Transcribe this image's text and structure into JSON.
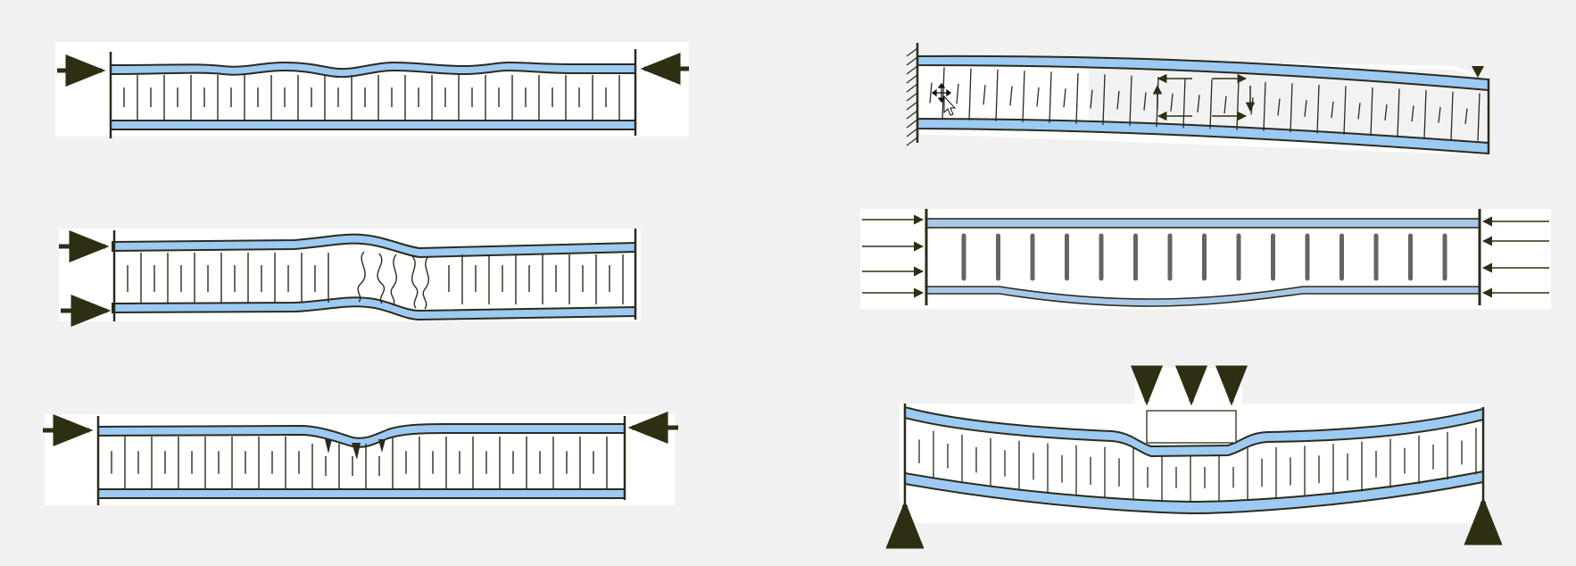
{
  "colors": {
    "background": "#f1f1f1",
    "panel": "#ffffff",
    "facesheet": "#9ccaf3",
    "outline": "#2b2b1a",
    "core": "#ffffff",
    "arrow": "#2e2e12",
    "shear_panel": "#f2f2f2"
  },
  "diagrams": [
    {
      "name": "face-sheet-wrinkling",
      "loading": "axial-compression"
    },
    {
      "name": "shear-crimping",
      "loading": "axial-compression"
    },
    {
      "name": "face-dimpling",
      "loading": "axial-compression"
    },
    {
      "name": "cantilever-shear",
      "loading": "tip-load"
    },
    {
      "name": "core-debond-buckling",
      "loading": "axial-compression"
    },
    {
      "name": "local-indentation",
      "loading": "distributed-load"
    }
  ],
  "icons": [
    "move-cursor-icon"
  ]
}
